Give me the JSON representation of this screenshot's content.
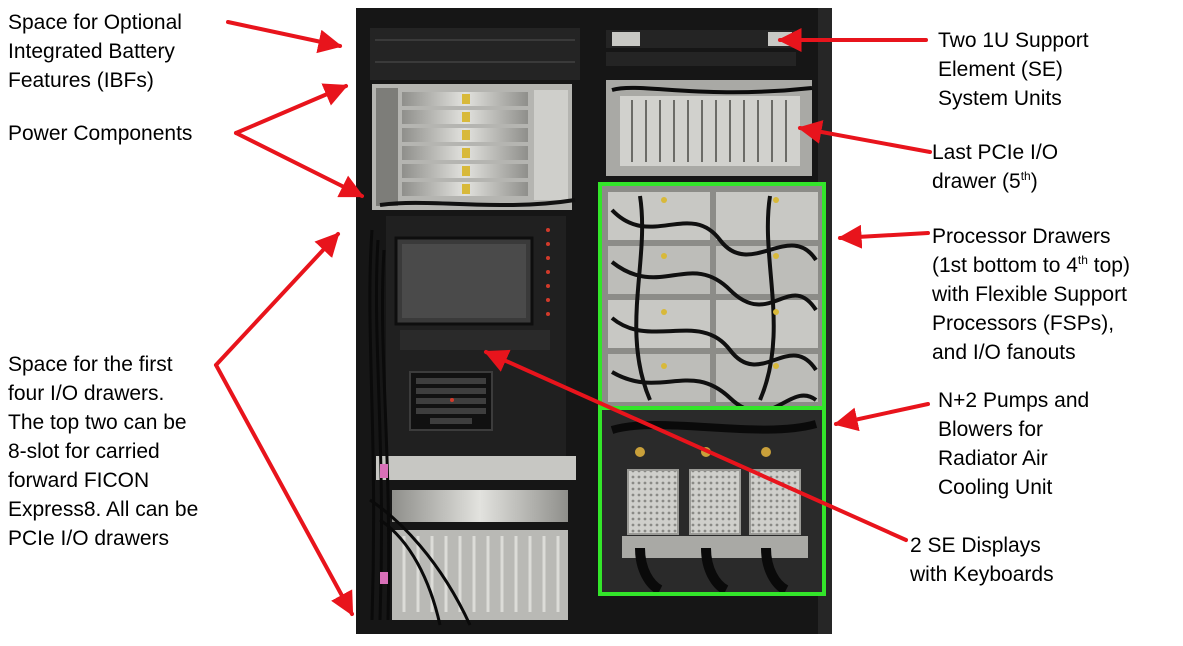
{
  "colors": {
    "arrow": "#e8141c",
    "highlight": "#33e52a",
    "frame": "#161616",
    "rack_dark": "#1b1b1b",
    "metal_light": "#d6d6d2",
    "metal_mid": "#9a9a96"
  },
  "labels": {
    "ibf": [
      "Space for Optional",
      "Integrated Battery",
      "Features (IBFs)"
    ],
    "power": [
      "Power Components"
    ],
    "io_space": [
      "Space for the first",
      "four I/O drawers.",
      "The top two can be",
      "8-slot for carried",
      "forward FICON",
      "Express8. All can be",
      "PCIe I/O drawers"
    ],
    "se_units": [
      "Two 1U Support",
      "Element  (SE)",
      "System Units"
    ],
    "pcie_last": {
      "line1": "Last PCIe I/O",
      "line2_pre": "drawer (5",
      "line2_sup": "th",
      "line2_post": ")"
    },
    "processor": {
      "line1": "Processor Drawers",
      "line2_pre": "(1st bottom to 4",
      "line2_sup": "th",
      "line2_post": " top)",
      "line3": "with Flexible Support",
      "line4": "Processors (FSPs),",
      "line5": "and I/O fanouts"
    },
    "pumps": [
      "N+2  Pumps and",
      "Blowers for",
      "Radiator Air",
      "Cooling Unit"
    ],
    "displays": [
      "2 SE Displays",
      "with Keyboards"
    ]
  }
}
